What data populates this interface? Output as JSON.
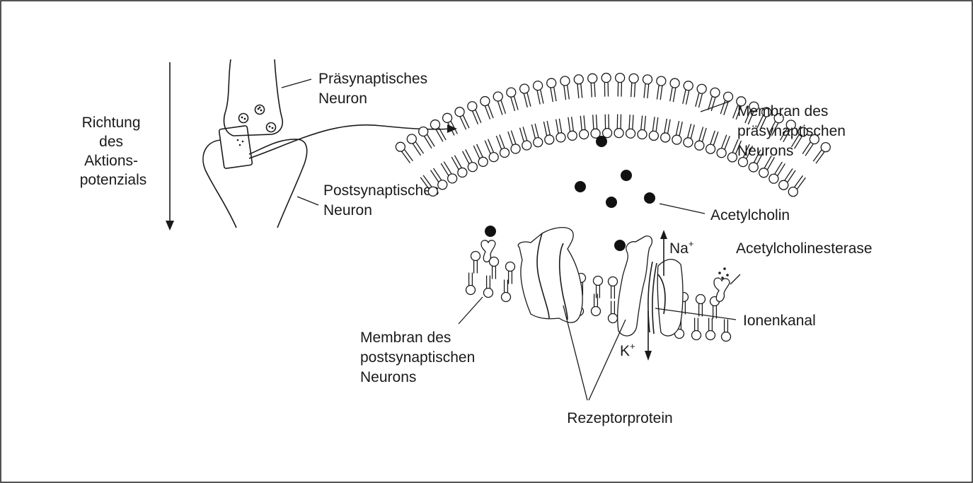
{
  "labels": {
    "direction": [
      "Richtung",
      "des",
      "Aktions-",
      "potenzials"
    ],
    "presynaptic_neuron": [
      "Präsynaptisches",
      "Neuron"
    ],
    "postsynaptic_neuron": [
      "Postsynaptisches",
      "Neuron"
    ],
    "presynaptic_membrane": [
      "Membran des",
      "präsynaptischen",
      "Neurons"
    ],
    "acetylcholine": "Acetylcholin",
    "sodium": "Na",
    "potassium": "K",
    "ion_charge": "+",
    "acetylcholinesterase": "Acetylcholinesterase",
    "ion_channel": "Ionenkanal",
    "postsynaptic_membrane": [
      "Membran des",
      "postsynaptischen",
      "Neurons"
    ],
    "receptor_protein": "Rezeptorprotein"
  },
  "colors": {
    "ink": "#1a1a1a",
    "background": "#ffffff"
  }
}
